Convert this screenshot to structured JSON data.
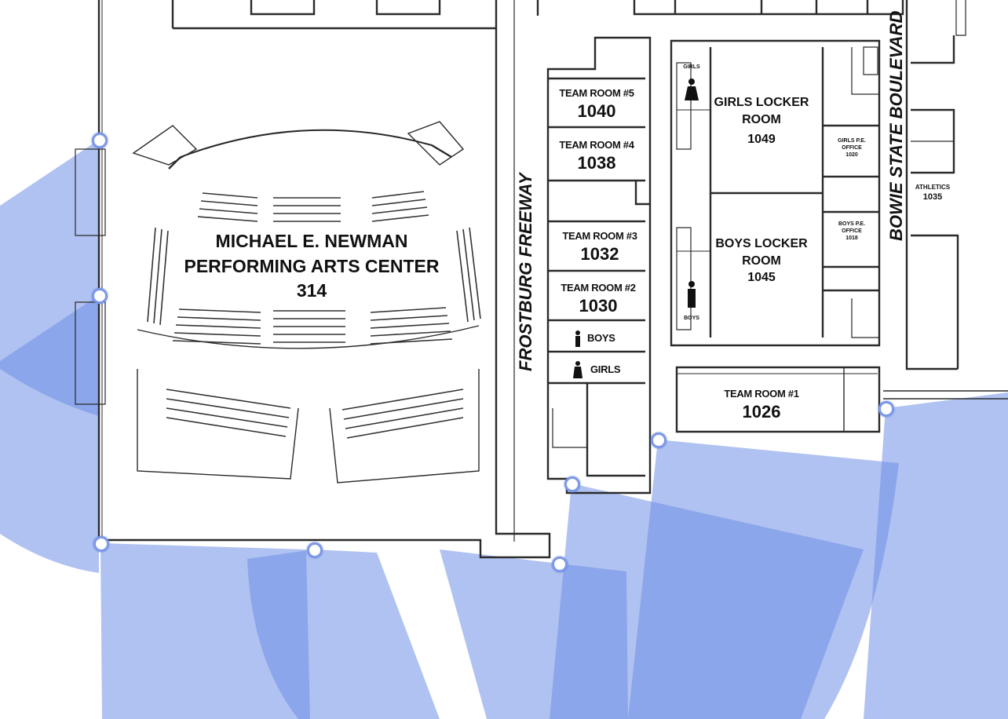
{
  "colors": {
    "coverage_fill": "#6f8fe6",
    "camera_ring": "#7d98e8",
    "wall": "#2a2a2a",
    "background": "#ffffff"
  },
  "theater": {
    "name_line1": "MICHAEL E. NEWMAN",
    "name_line2": "PERFORMING ARTS CENTER",
    "number": "314"
  },
  "streets": {
    "frostburg": "FROSTBURG FREEWAY",
    "bowie": "BOWIE STATE BOULEVARD"
  },
  "rooms": {
    "team5": {
      "label": "TEAM ROOM #5",
      "number": "1040"
    },
    "team4": {
      "label": "TEAM ROOM #4",
      "number": "1038"
    },
    "team3": {
      "label": "TEAM ROOM #3",
      "number": "1032"
    },
    "team2": {
      "label": "TEAM ROOM #2",
      "number": "1030"
    },
    "team1": {
      "label": "TEAM ROOM #1",
      "number": "1026"
    },
    "girls_locker": {
      "line1": "GIRLS LOCKER",
      "line2": "ROOM",
      "number": "1049"
    },
    "boys_locker": {
      "line1": "BOYS LOCKER",
      "line2": "ROOM",
      "number": "1045"
    },
    "girls_pe_office": {
      "line1": "GIRLS P.E.",
      "line2": "OFFICE",
      "number": "1020"
    },
    "boys_pe_office": {
      "line1": "BOYS P.E.",
      "line2": "OFFICE",
      "number": "1018"
    },
    "athletics": {
      "label": "ATHLETICS",
      "number": "1035"
    }
  },
  "restrooms": {
    "boys": "BOYS",
    "girls": "GIRLS",
    "locker_girls_tag": "GIRLS",
    "locker_boys_tag": "BOYS"
  },
  "cameras": [
    {
      "id": "cam-1"
    },
    {
      "id": "cam-2"
    },
    {
      "id": "cam-3"
    },
    {
      "id": "cam-4"
    },
    {
      "id": "cam-5"
    },
    {
      "id": "cam-6"
    },
    {
      "id": "cam-7"
    },
    {
      "id": "cam-8"
    }
  ]
}
